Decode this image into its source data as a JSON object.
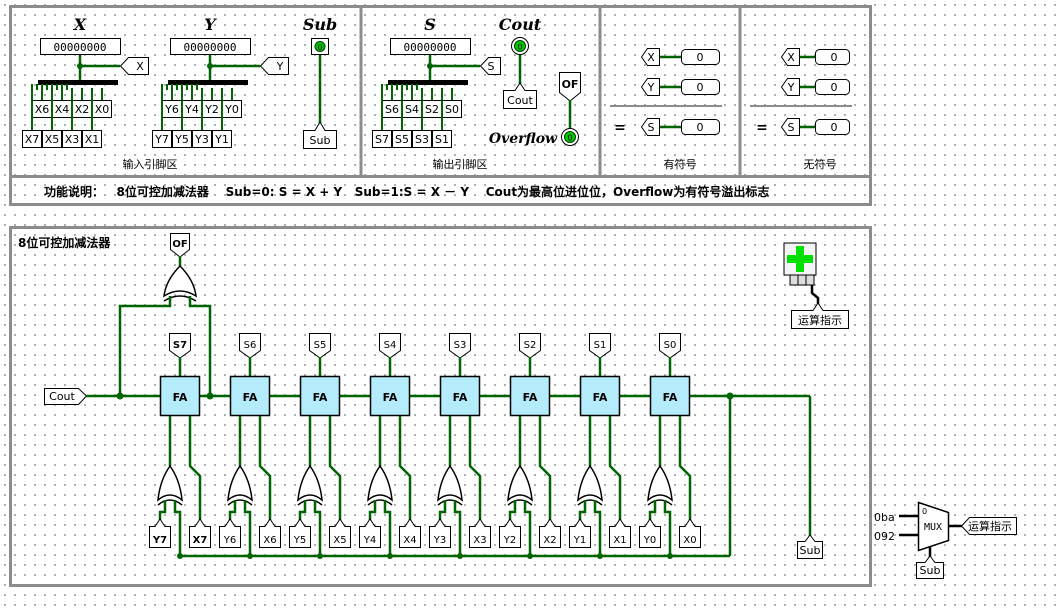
{
  "header": {
    "col_labels": {
      "X": "X",
      "Y": "Y",
      "Sub": "Sub",
      "S": "S",
      "Cout": "Cout",
      "Overflow": "Overflow"
    },
    "pin_regs": {
      "x": "00000000",
      "y": "00000000",
      "s": "00000000"
    },
    "tunnels": {
      "x": "X",
      "y": "Y",
      "s": "S",
      "of": "OF",
      "cout": "Cout",
      "sub": "Sub"
    },
    "x_pins_top": [
      "X6",
      "X4",
      "X2",
      "X0"
    ],
    "x_pins_bottom": [
      "X7",
      "X5",
      "X3",
      "X1"
    ],
    "y_pins_top": [
      "Y6",
      "Y4",
      "Y2",
      "Y0"
    ],
    "y_pins_bottom": [
      "Y7",
      "Y5",
      "Y3",
      "Y1"
    ],
    "s_pins_top": [
      "S6",
      "S4",
      "S2",
      "S0"
    ],
    "s_pins_bottom": [
      "S7",
      "S5",
      "S3",
      "S1"
    ],
    "bit_values": {
      "sub": "0",
      "cout": "0",
      "overflow": "0"
    },
    "section_input": "输入引脚区",
    "section_output": "输出引脚区",
    "signed": {
      "x": "X",
      "y": "Y",
      "s": "S",
      "x_val": "0",
      "y_val": "0",
      "s_val": "0",
      "eq": "=",
      "caption": "有符号"
    },
    "unsigned": {
      "x": "X",
      "y": "Y",
      "s": "S",
      "x_val": "0",
      "y_val": "0",
      "s_val": "0",
      "eq": "=",
      "caption": "无符号"
    },
    "description": "功能说明：   8位可控加减法器    Sub=0: S = X + Y   Sub=1:S = X － Y    Cout为最高位进位位，Overflow为有符号溢出标志"
  },
  "circuit": {
    "title": "8位可控加减法器",
    "of_label": "OF",
    "cout_label": "Cout",
    "fa_label": "FA",
    "sum_labels": [
      "S7",
      "S6",
      "S5",
      "S4",
      "S3",
      "S2",
      "S1",
      "S0"
    ],
    "y_labels": [
      "Y7",
      "Y6",
      "Y5",
      "Y4",
      "Y3",
      "Y2",
      "Y1",
      "Y0"
    ],
    "x_labels": [
      "X7",
      "X6",
      "X5",
      "X4",
      "X3",
      "X2",
      "X1",
      "X0"
    ],
    "sub_label": "Sub",
    "indicator_label": "运算指示",
    "mux": {
      "label": "MUX",
      "const_a": "0ba",
      "const_b": "092",
      "sel_label": "0",
      "output": "运算指示",
      "sel": "Sub"
    }
  },
  "colors": {
    "wire": "#006400",
    "fa_fill": "#b4ecfb",
    "panel_border": "#8c8c8c",
    "led": "#00c800",
    "indicator": "#00e000"
  }
}
